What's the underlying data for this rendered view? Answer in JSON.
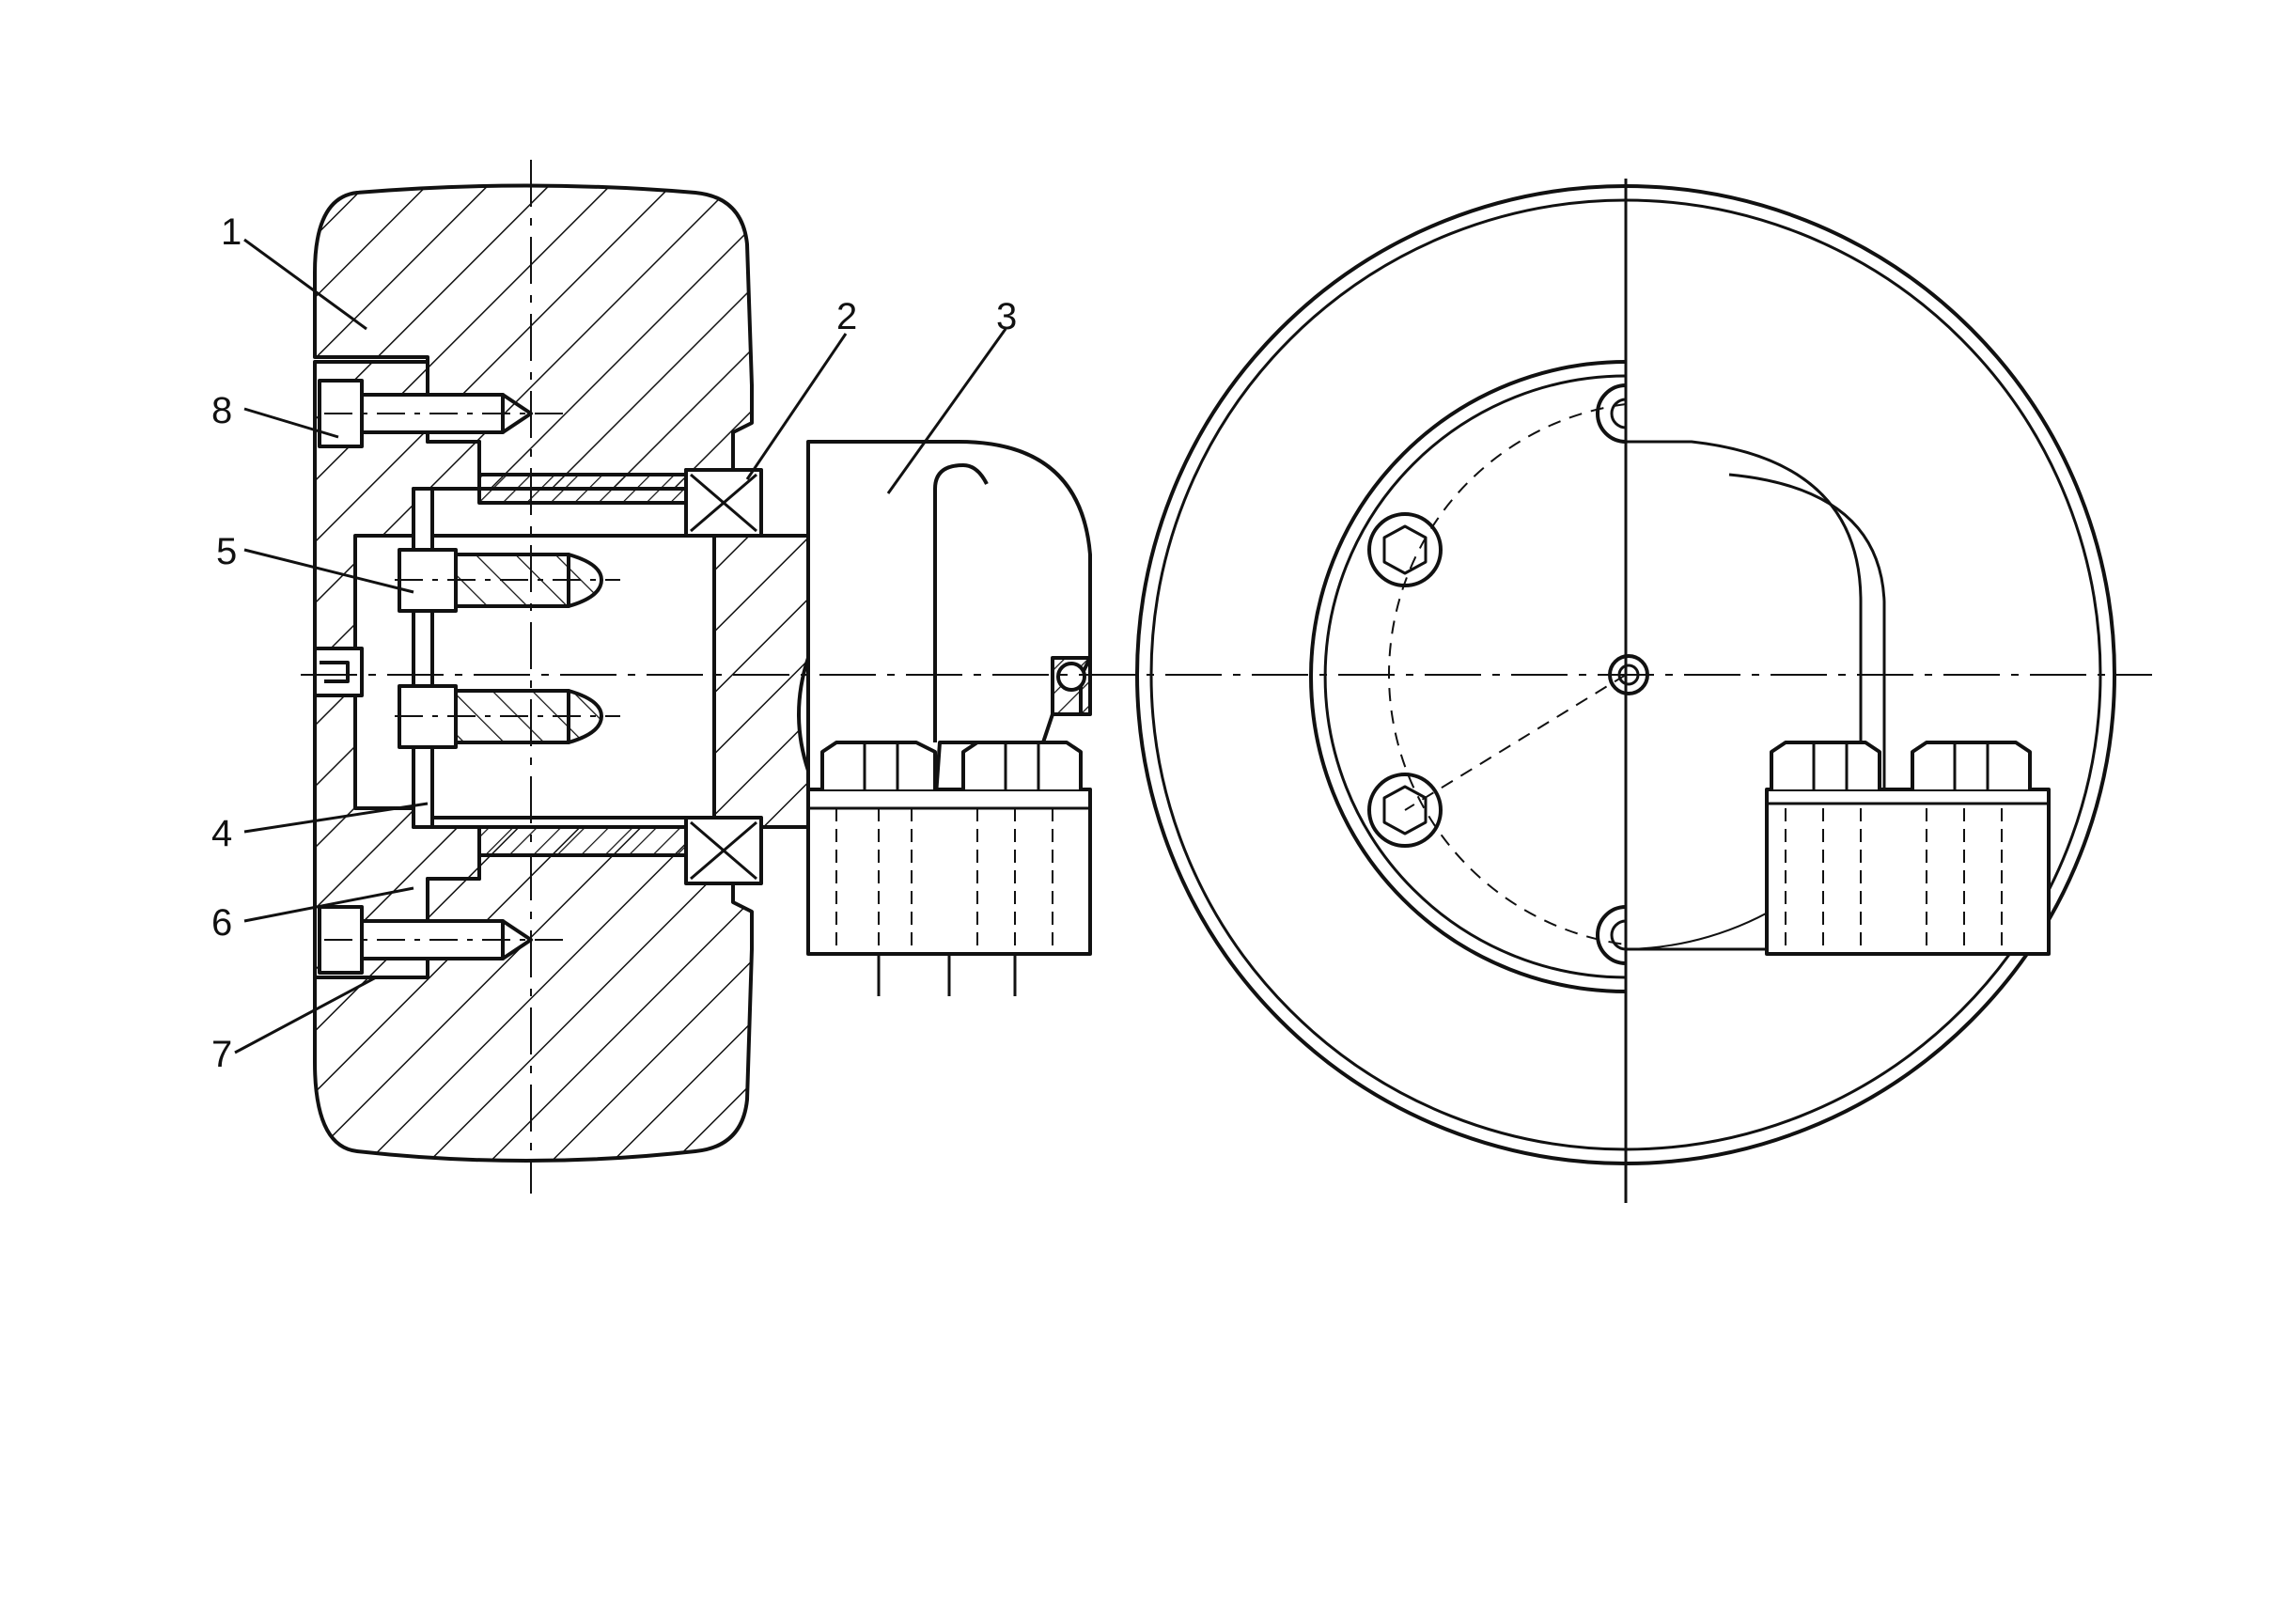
{
  "labels": {
    "l1": "1",
    "l2": "2",
    "l3": "3",
    "l4": "4",
    "l5": "5",
    "l6": "6",
    "l7": "7",
    "l8": "8"
  },
  "colors": {
    "ink": "#111111",
    "background": "#ffffff"
  }
}
